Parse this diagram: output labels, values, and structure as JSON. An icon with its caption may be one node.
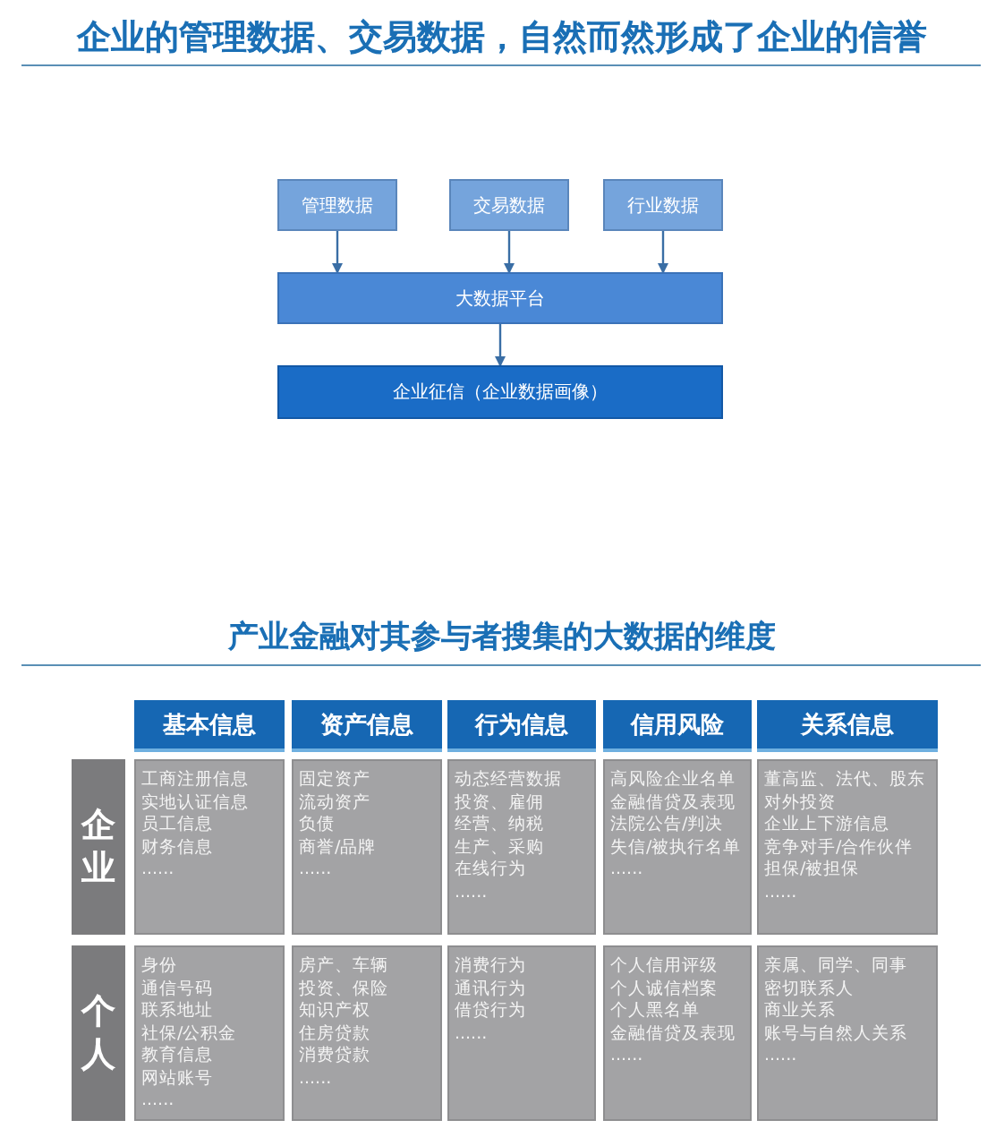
{
  "diagram": {
    "title": "企业的管理数据、交易数据，自然而然形成了企业的信誉",
    "nodes": [
      {
        "text": [
          "管理数据"
        ]
      },
      {
        "text": [
          "交易数据"
        ]
      },
      {
        "text": [
          "行业数据"
        ]
      },
      {
        "text": [
          "大数据平台"
        ]
      },
      {
        "text": [
          "企业征信（企业数据画像）"
        ]
      },
      {
        "text": [
          "基本信息"
        ]
      },
      {
        "text": [
          "资产信息"
        ]
      },
      {
        "text": [
          "行为信息"
        ]
      },
      {
        "text": [
          "信用风险"
        ]
      },
      {
        "text": [
          "关系信息"
        ]
      },
      {
        "text": [
          "企业"
        ]
      },
      {
        "text": [
          "工商注册信息",
          "实地认证信息",
          "员工信息",
          "财务信息",
          "......"
        ]
      },
      {
        "text": [
          "固定资产",
          "流动资产",
          "负债",
          "商誉/品牌",
          "......"
        ]
      },
      {
        "text": [
          "动态经营数据",
          "投资、雇佣",
          "经营、纳税",
          "生产、采购",
          "在线行为",
          "......"
        ]
      },
      {
        "text": [
          "高风险企业名单",
          "金融借贷及表现",
          "法院公告/判决",
          "失信/被执行名单",
          "......"
        ]
      },
      {
        "text": [
          "董高监、法代、股东",
          "对外投资",
          "企业上下游信息",
          "竞争对手/合作伙伴",
          "担保/被担保",
          "......"
        ]
      },
      {
        "text": [
          "个人"
        ]
      },
      {
        "text": [
          "身份",
          "通信号码",
          "联系地址",
          "社保/公积金",
          "教育信息",
          "网站账号",
          "......"
        ]
      },
      {
        "text": [
          "房产、车辆",
          "投资、保险",
          "知识产权",
          "住房贷款",
          "消费贷款",
          "......"
        ]
      },
      {
        "text": [
          "消费行为",
          "通讯行为",
          "借贷行为",
          "......"
        ]
      },
      {
        "text": [
          "个人信用评级",
          "个人诚信档案",
          "个人黑名单",
          "金融借贷及表现",
          "......"
        ]
      },
      {
        "text": [
          "亲属、同学、同事",
          "密切联系人",
          "商业关系",
          "账号与自然人关系",
          "......"
        ]
      }
    ],
    "edges": [
      {
        "from": 0,
        "to": 3,
        "arrow": "to"
      },
      {
        "from": 1,
        "to": 3,
        "arrow": "to"
      },
      {
        "from": 2,
        "to": 3,
        "arrow": "to"
      },
      {
        "from": 3,
        "to": 4,
        "arrow": "to"
      }
    ],
    "labels": [
      "产业金融对其参与者搜集的大数据的维度"
    ]
  }
}
